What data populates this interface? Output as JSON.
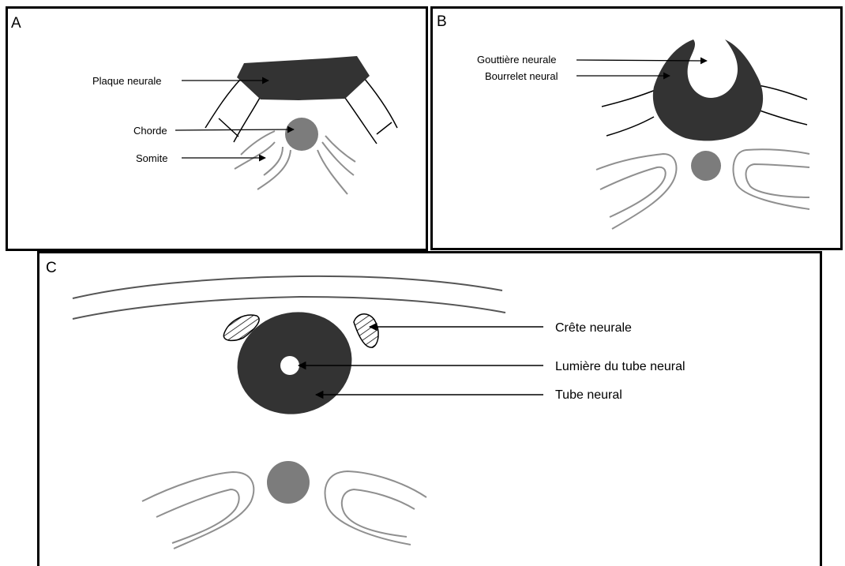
{
  "colors": {
    "dark_tissue": "#333333",
    "notochord": "#7c7c7c",
    "outline_gray": "#8f8f8f",
    "line": "#000000"
  },
  "panels": {
    "a": {
      "letter": "A",
      "labels": {
        "neural_plate": "Plaque neurale",
        "notochord": "Chorde",
        "somite": "Somite"
      }
    },
    "b": {
      "letter": "B",
      "labels": {
        "neural_groove": "Gouttière neurale",
        "neural_fold": "Bourrelet neural"
      }
    },
    "c": {
      "letter": "C",
      "labels": {
        "neural_crest": "Crête neurale",
        "neural_tube_lumen": "Lumière du tube neural",
        "neural_tube": "Tube neural"
      }
    }
  }
}
